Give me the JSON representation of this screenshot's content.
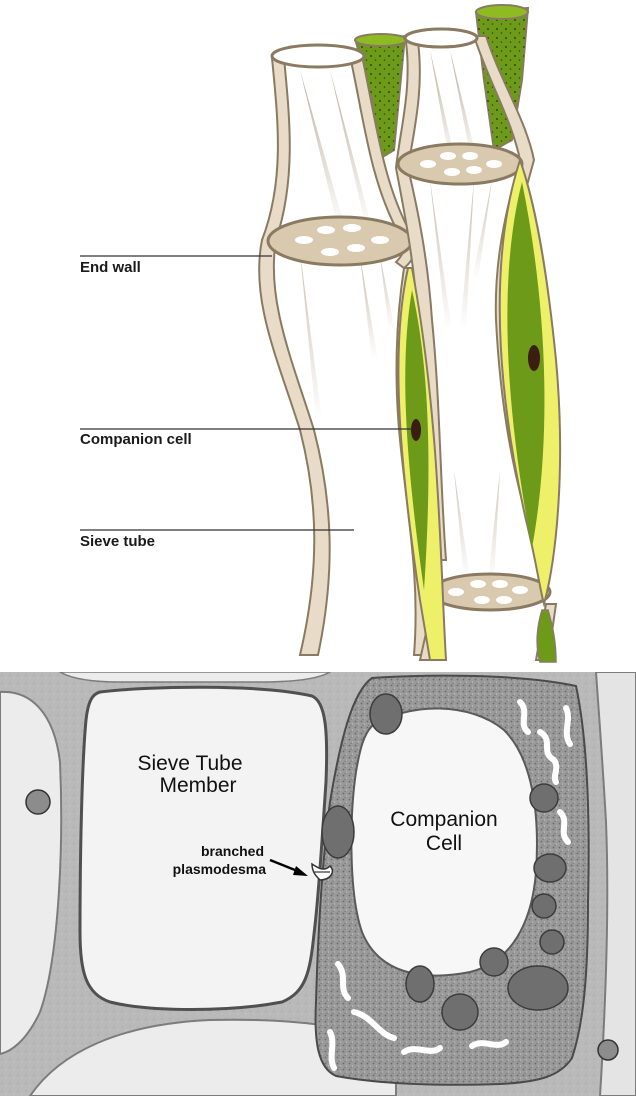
{
  "top_diagram": {
    "labels": {
      "end_wall": "End wall",
      "companion_cell": "Companion cell",
      "sieve_tube": "Sieve tube"
    }
  },
  "micrograph": {
    "labels": {
      "sieve_tube_member_line1": "Sieve Tube",
      "sieve_tube_member_line2": "Member",
      "companion_cell_line1": "Companion",
      "companion_cell_line2": "Cell",
      "plasmodesma_line1": "branched",
      "plasmodesma_line2": "plasmodesma"
    }
  },
  "colors": {
    "wall_fill": "#e8dcc8",
    "wall_stroke": "#8a7a62",
    "companion_green": "#6e9a1a",
    "companion_yellow": "#eef06a",
    "micrograph_bg": "#c9c9c9"
  }
}
